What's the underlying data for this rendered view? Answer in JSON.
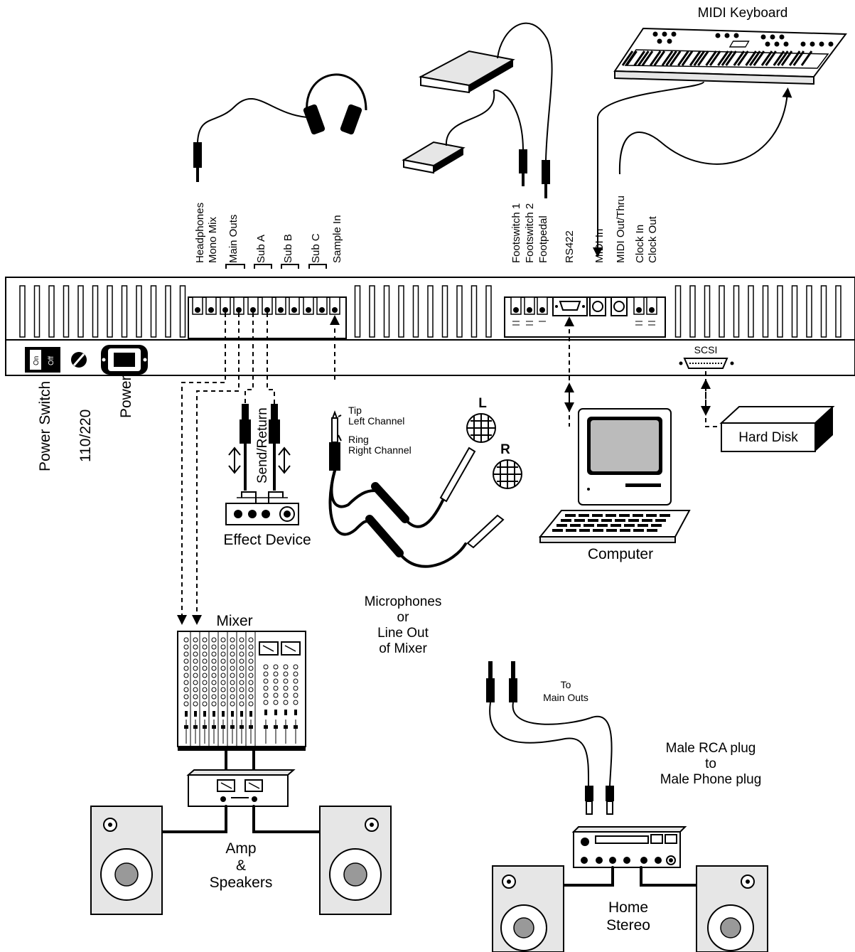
{
  "panel": {
    "jack_labels_left": [
      "Headphones",
      "Mono Mix",
      "Main Outs",
      "Sub A",
      "Sub B",
      "Sub C",
      "Sample In"
    ],
    "jack_labels_right": [
      "Footswitch 1",
      "Footswitch 2",
      "Footpedal",
      "RS422",
      "MIDI In",
      "MIDI Out/Thru",
      "Clock In",
      "Clock Out"
    ],
    "switch_on": "On",
    "switch_off": "Off",
    "scsi": "SCSI"
  },
  "labels": {
    "power_switch": "Power Switch",
    "voltage": "110/220",
    "power": "Power",
    "midi_keyboard": "MIDI Keyboard",
    "send_return": "Send/Return",
    "effect_device": "Effect Device",
    "tip": "Tip",
    "left_channel": "Left Channel",
    "ring": "Ring",
    "right_channel": "Right Channel",
    "mic_l": "L",
    "mic_r": "R",
    "computer": "Computer",
    "hard_disk": "Hard Disk",
    "mixer": "Mixer",
    "microphones": [
      "Microphones",
      "or",
      "Line Out",
      "of Mixer"
    ],
    "to_main_outs": [
      "To",
      "Main Outs"
    ],
    "rca_plug": [
      "Male RCA plug",
      "to",
      "Male Phone plug"
    ],
    "amp_speakers": [
      "Amp",
      "&",
      "Speakers"
    ],
    "home_stereo": [
      "Home",
      "Stereo"
    ]
  }
}
